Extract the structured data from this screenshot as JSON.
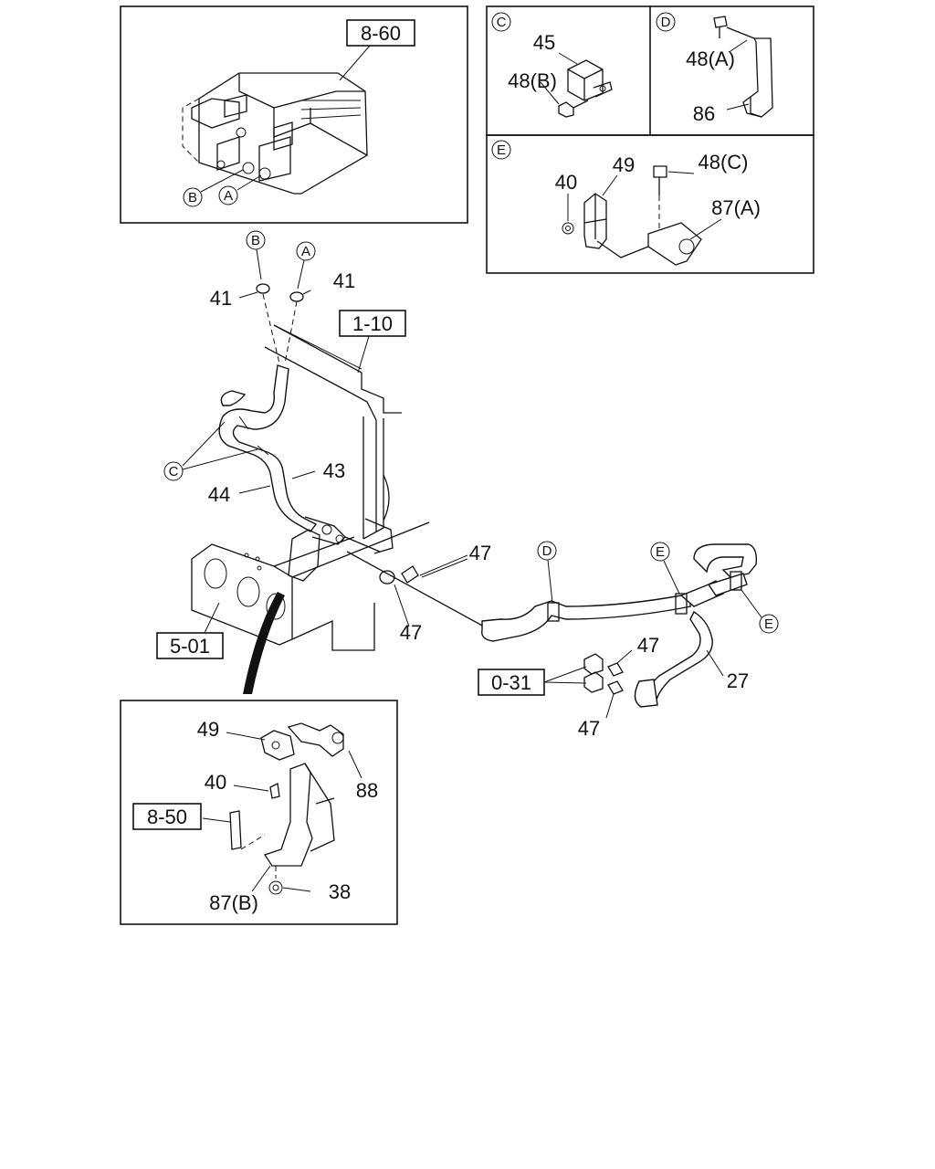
{
  "diagram": {
    "ref_boxes": {
      "r860": "8-60",
      "r110": "1-10",
      "r501": "5-01",
      "r031": "0-31",
      "r850": "8-50"
    },
    "callouts": {
      "a": "A",
      "b": "B",
      "c": "C",
      "d": "D",
      "e": "E"
    },
    "parts": {
      "p27": "27",
      "p38": "38",
      "p40": "40",
      "p41": "41",
      "p43": "43",
      "p44": "44",
      "p45": "45",
      "p47": "47",
      "p49": "49",
      "p86": "86",
      "p88": "88",
      "p48a": "48(A)",
      "p48b": "48(B)",
      "p48c": "48(C)",
      "p87a": "87(A)",
      "p87b": "87(B)"
    }
  }
}
